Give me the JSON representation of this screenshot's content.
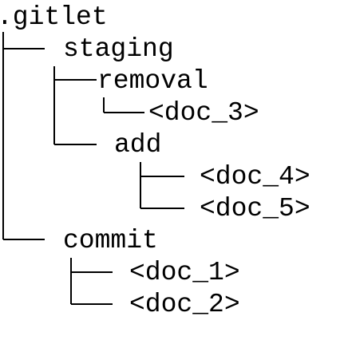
{
  "tree": {
    "root": ".gitlet",
    "staging": "staging",
    "removal": "removal",
    "doc_3": "<doc_3>",
    "add": "add",
    "doc_4": "<doc_4>",
    "doc_5": "<doc_5>",
    "commit": "commit",
    "doc_1": "<doc_1>",
    "doc_2": "<doc_2>"
  },
  "colors": {
    "text": "#000000",
    "line": "#000000",
    "background": "#ffffff"
  }
}
